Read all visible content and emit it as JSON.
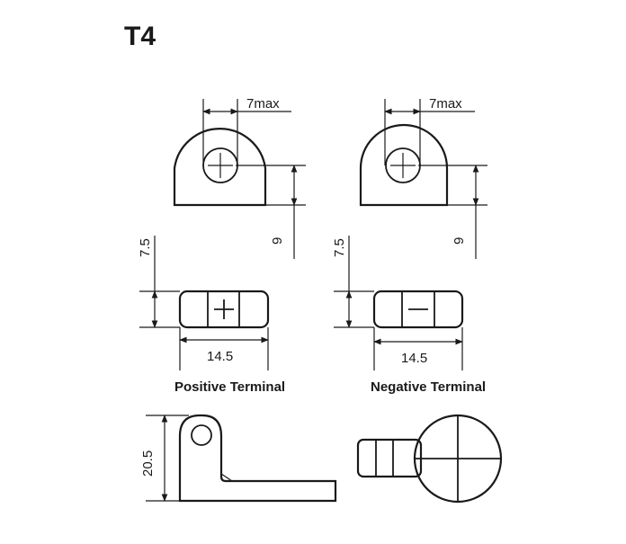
{
  "title": "T4",
  "positive": {
    "width_label": "7max",
    "height_label": "9",
    "thickness_label": "7.5",
    "length_label": "14.5",
    "caption": "Positive Terminal",
    "sign": "+"
  },
  "negative": {
    "width_label": "7max",
    "height_label": "9",
    "thickness_label": "7.5",
    "length_label": "14.5",
    "caption": "Negative Terminal",
    "sign": "−"
  },
  "side": {
    "height_label": "20.5"
  }
}
